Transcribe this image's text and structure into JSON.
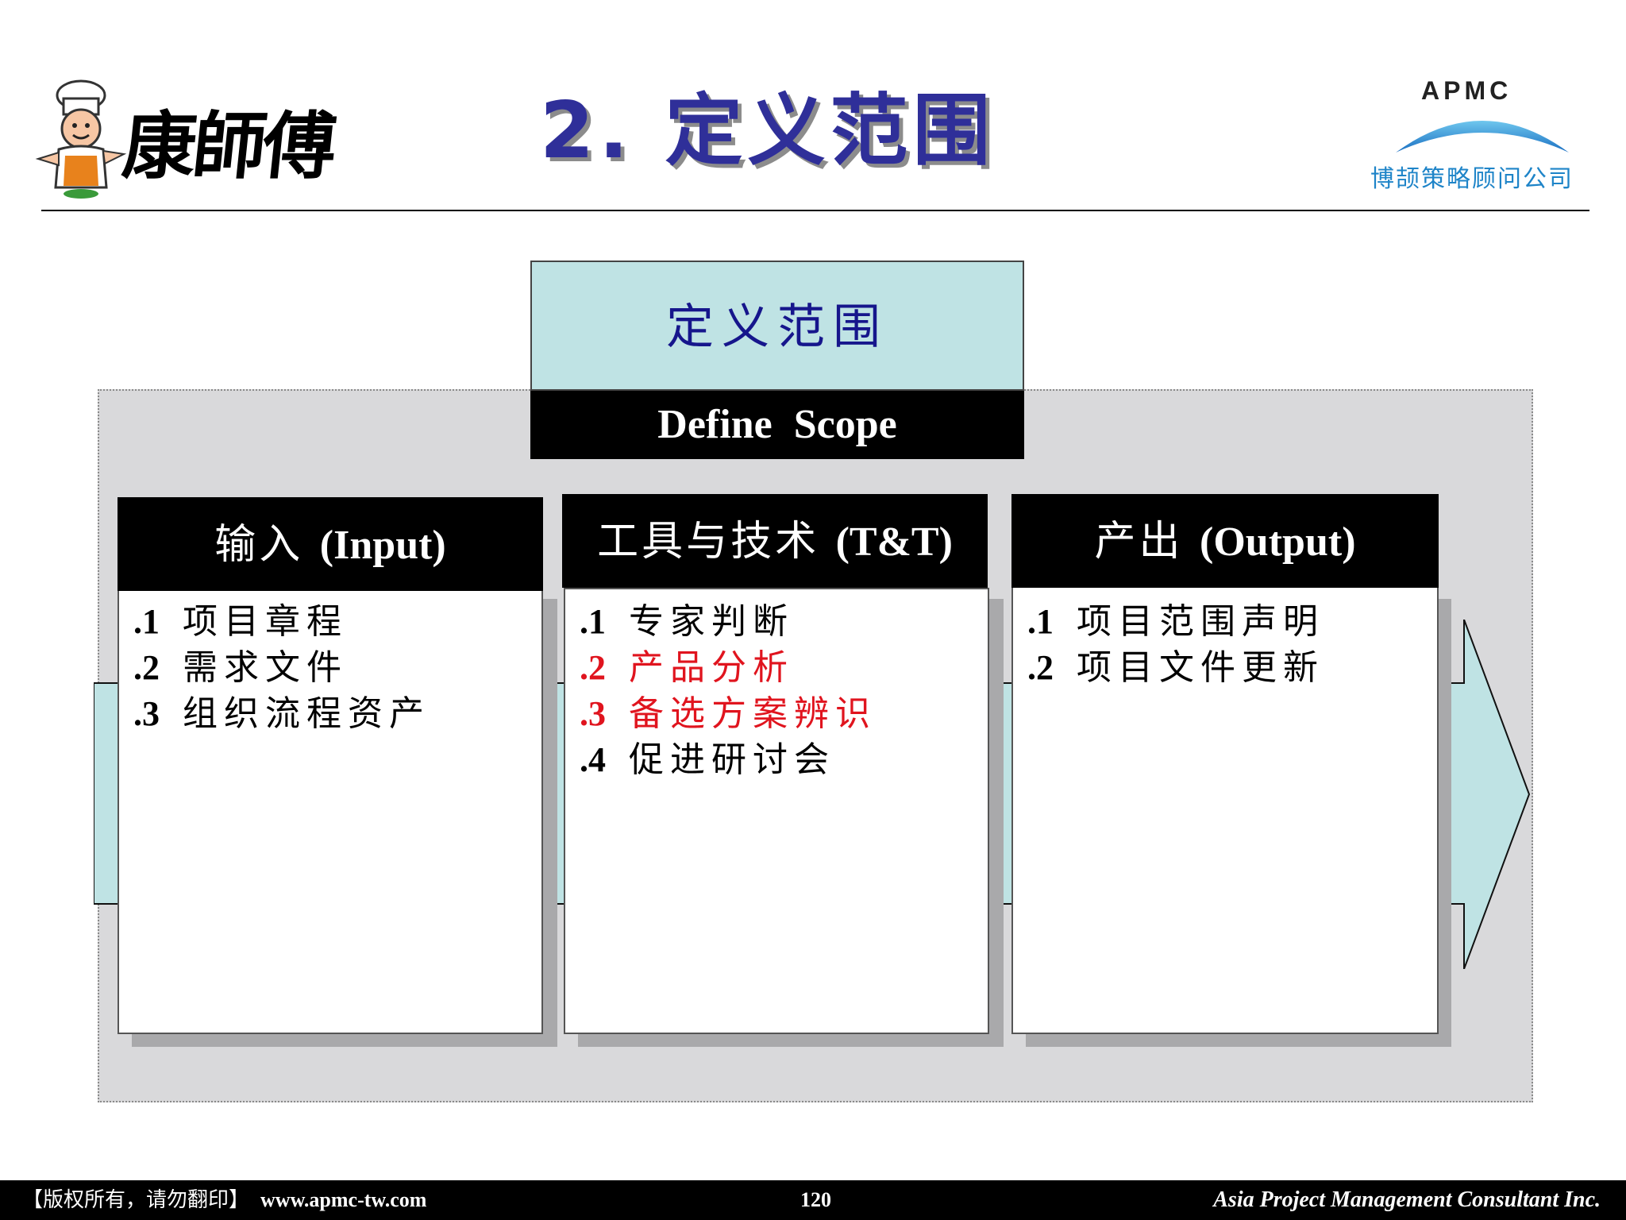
{
  "header": {
    "brand_left": "康師傅",
    "title": "2. 定义范围",
    "brand_right": {
      "name": "APMC",
      "company": "博颉策略顾问公司"
    }
  },
  "process": {
    "name_cn": "定义范围",
    "name_en": "Define  Scope"
  },
  "columns": [
    {
      "head_cn": "输入",
      "head_en": "(Input)",
      "items": [
        {
          "num": ".1",
          "text": "项目章程"
        },
        {
          "num": ".2",
          "text": "需求文件"
        },
        {
          "num": ".3",
          "text": "组织流程资产"
        }
      ]
    },
    {
      "head_cn": "工具与技术",
      "head_en": "(T&T)",
      "items": [
        {
          "num": ".1",
          "text": "专家判断"
        },
        {
          "num": ".2",
          "text": "产品分析"
        },
        {
          "num": ".3",
          "text": "备选方案辨识"
        },
        {
          "num": ".4",
          "text": "促进研讨会"
        }
      ]
    },
    {
      "head_cn": "产出",
      "head_en": "(Output)",
      "items": [
        {
          "num": ".1",
          "text": "项目范围声明"
        },
        {
          "num": ".2",
          "text": "项目文件更新"
        }
      ]
    }
  ],
  "footer": {
    "copyright": "【版权所有，请勿翻印】",
    "url": "www.apmc-tw.com",
    "page": "120",
    "company": "Asia Project Management Consultant Inc."
  },
  "colors": {
    "title": "#2f2f99",
    "highlight": "#e0141e",
    "process_box": "#bfe3e4",
    "arrow": "#bfe3e4"
  }
}
